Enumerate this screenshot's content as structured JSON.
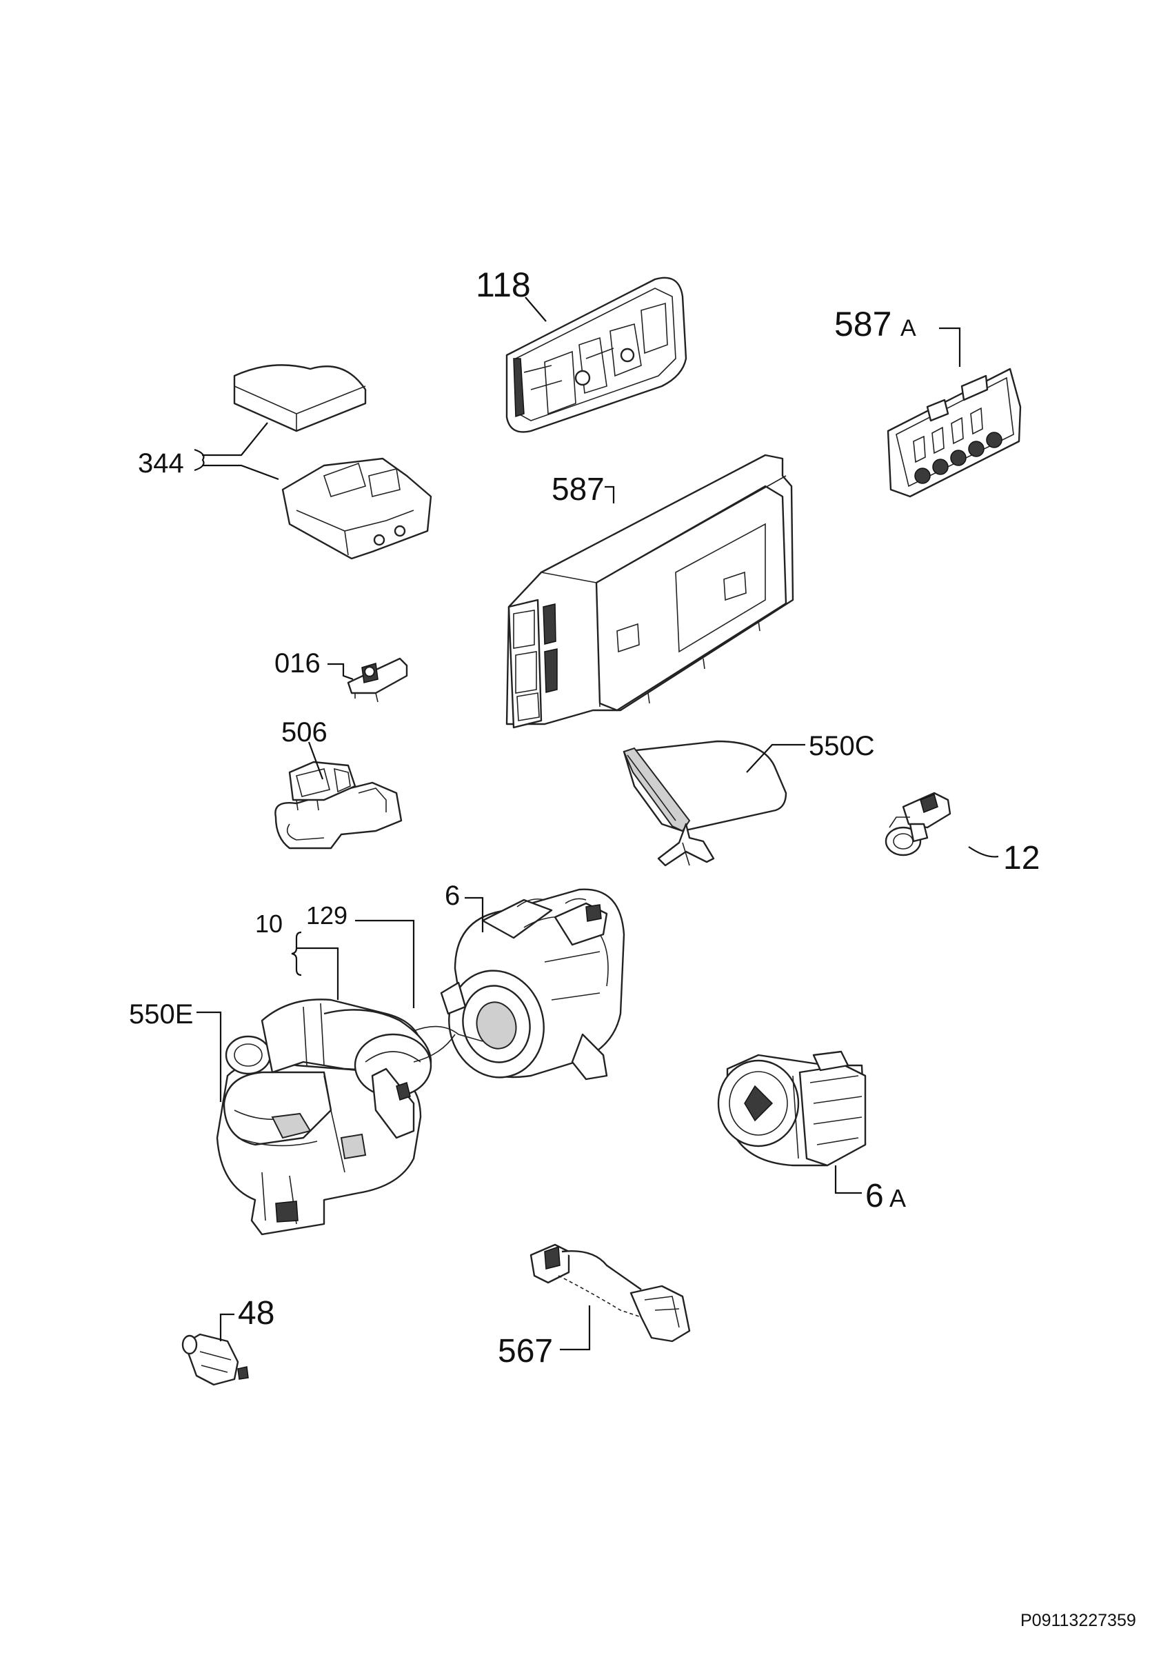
{
  "document_ref": "P09113227359",
  "labels": {
    "p118": "118",
    "p587a": "587",
    "p587a_suffix": "A",
    "p344": "344",
    "p587": "587",
    "p016": "016",
    "p506": "506",
    "p550c": "550C",
    "p12": "12",
    "p6": "6",
    "p10": "10",
    "p129": "129",
    "p550e": "550E",
    "p6a": "6",
    "p6a_suffix": "A",
    "p48": "48",
    "p567": "567"
  },
  "parts": [
    {
      "ref": "118",
      "icon": "control-board-icon"
    },
    {
      "ref": "587A",
      "icon": "display-module-icon"
    },
    {
      "ref": "344",
      "icon": "dispenser-icon"
    },
    {
      "ref": "587",
      "icon": "electronic-module-icon"
    },
    {
      "ref": "016",
      "icon": "switch-icon"
    },
    {
      "ref": "506",
      "icon": "door-lock-icon"
    },
    {
      "ref": "550C",
      "icon": "cover-icon"
    },
    {
      "ref": "12",
      "icon": "sensor-icon"
    },
    {
      "ref": "6",
      "icon": "circulation-pump-icon"
    },
    {
      "ref": "10",
      "icon": "pump-assembly-icon"
    },
    {
      "ref": "129",
      "icon": "hose-icon"
    },
    {
      "ref": "550E",
      "icon": "sump-housing-icon"
    },
    {
      "ref": "6A",
      "icon": "drain-pump-icon"
    },
    {
      "ref": "48",
      "icon": "thermostat-icon"
    },
    {
      "ref": "567",
      "icon": "cable-harness-icon"
    }
  ]
}
